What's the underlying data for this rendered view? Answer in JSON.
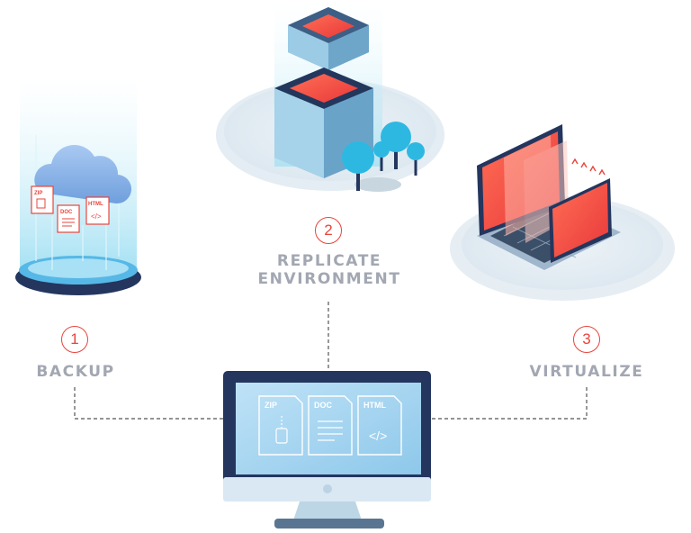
{
  "steps": [
    {
      "number": "1",
      "label": "BACKUP"
    },
    {
      "number": "2",
      "label_line1": "REPLICATE",
      "label_line2": "ENVIRONMENT"
    },
    {
      "number": "3",
      "label": "VIRTUALIZE"
    }
  ],
  "backup_files": {
    "zip": "ZIP",
    "doc": "DOC",
    "html": "HTML",
    "code_glyph": "</>"
  },
  "monitor_files": {
    "zip": "ZIP",
    "doc": "DOC",
    "html": "HTML",
    "code_glyph": "</>"
  },
  "icons": [
    "cloud-icon",
    "server-stack-icon",
    "tree-icon",
    "laptop-icon",
    "monitor-icon",
    "zip-file-icon",
    "doc-file-icon",
    "html-file-icon"
  ],
  "colors": {
    "accent_red": "#e8453c",
    "label_gray": "#a2a7b2",
    "navy": "#24365e",
    "sky": "#5fc3e8",
    "tree_blue": "#2db8e2"
  }
}
